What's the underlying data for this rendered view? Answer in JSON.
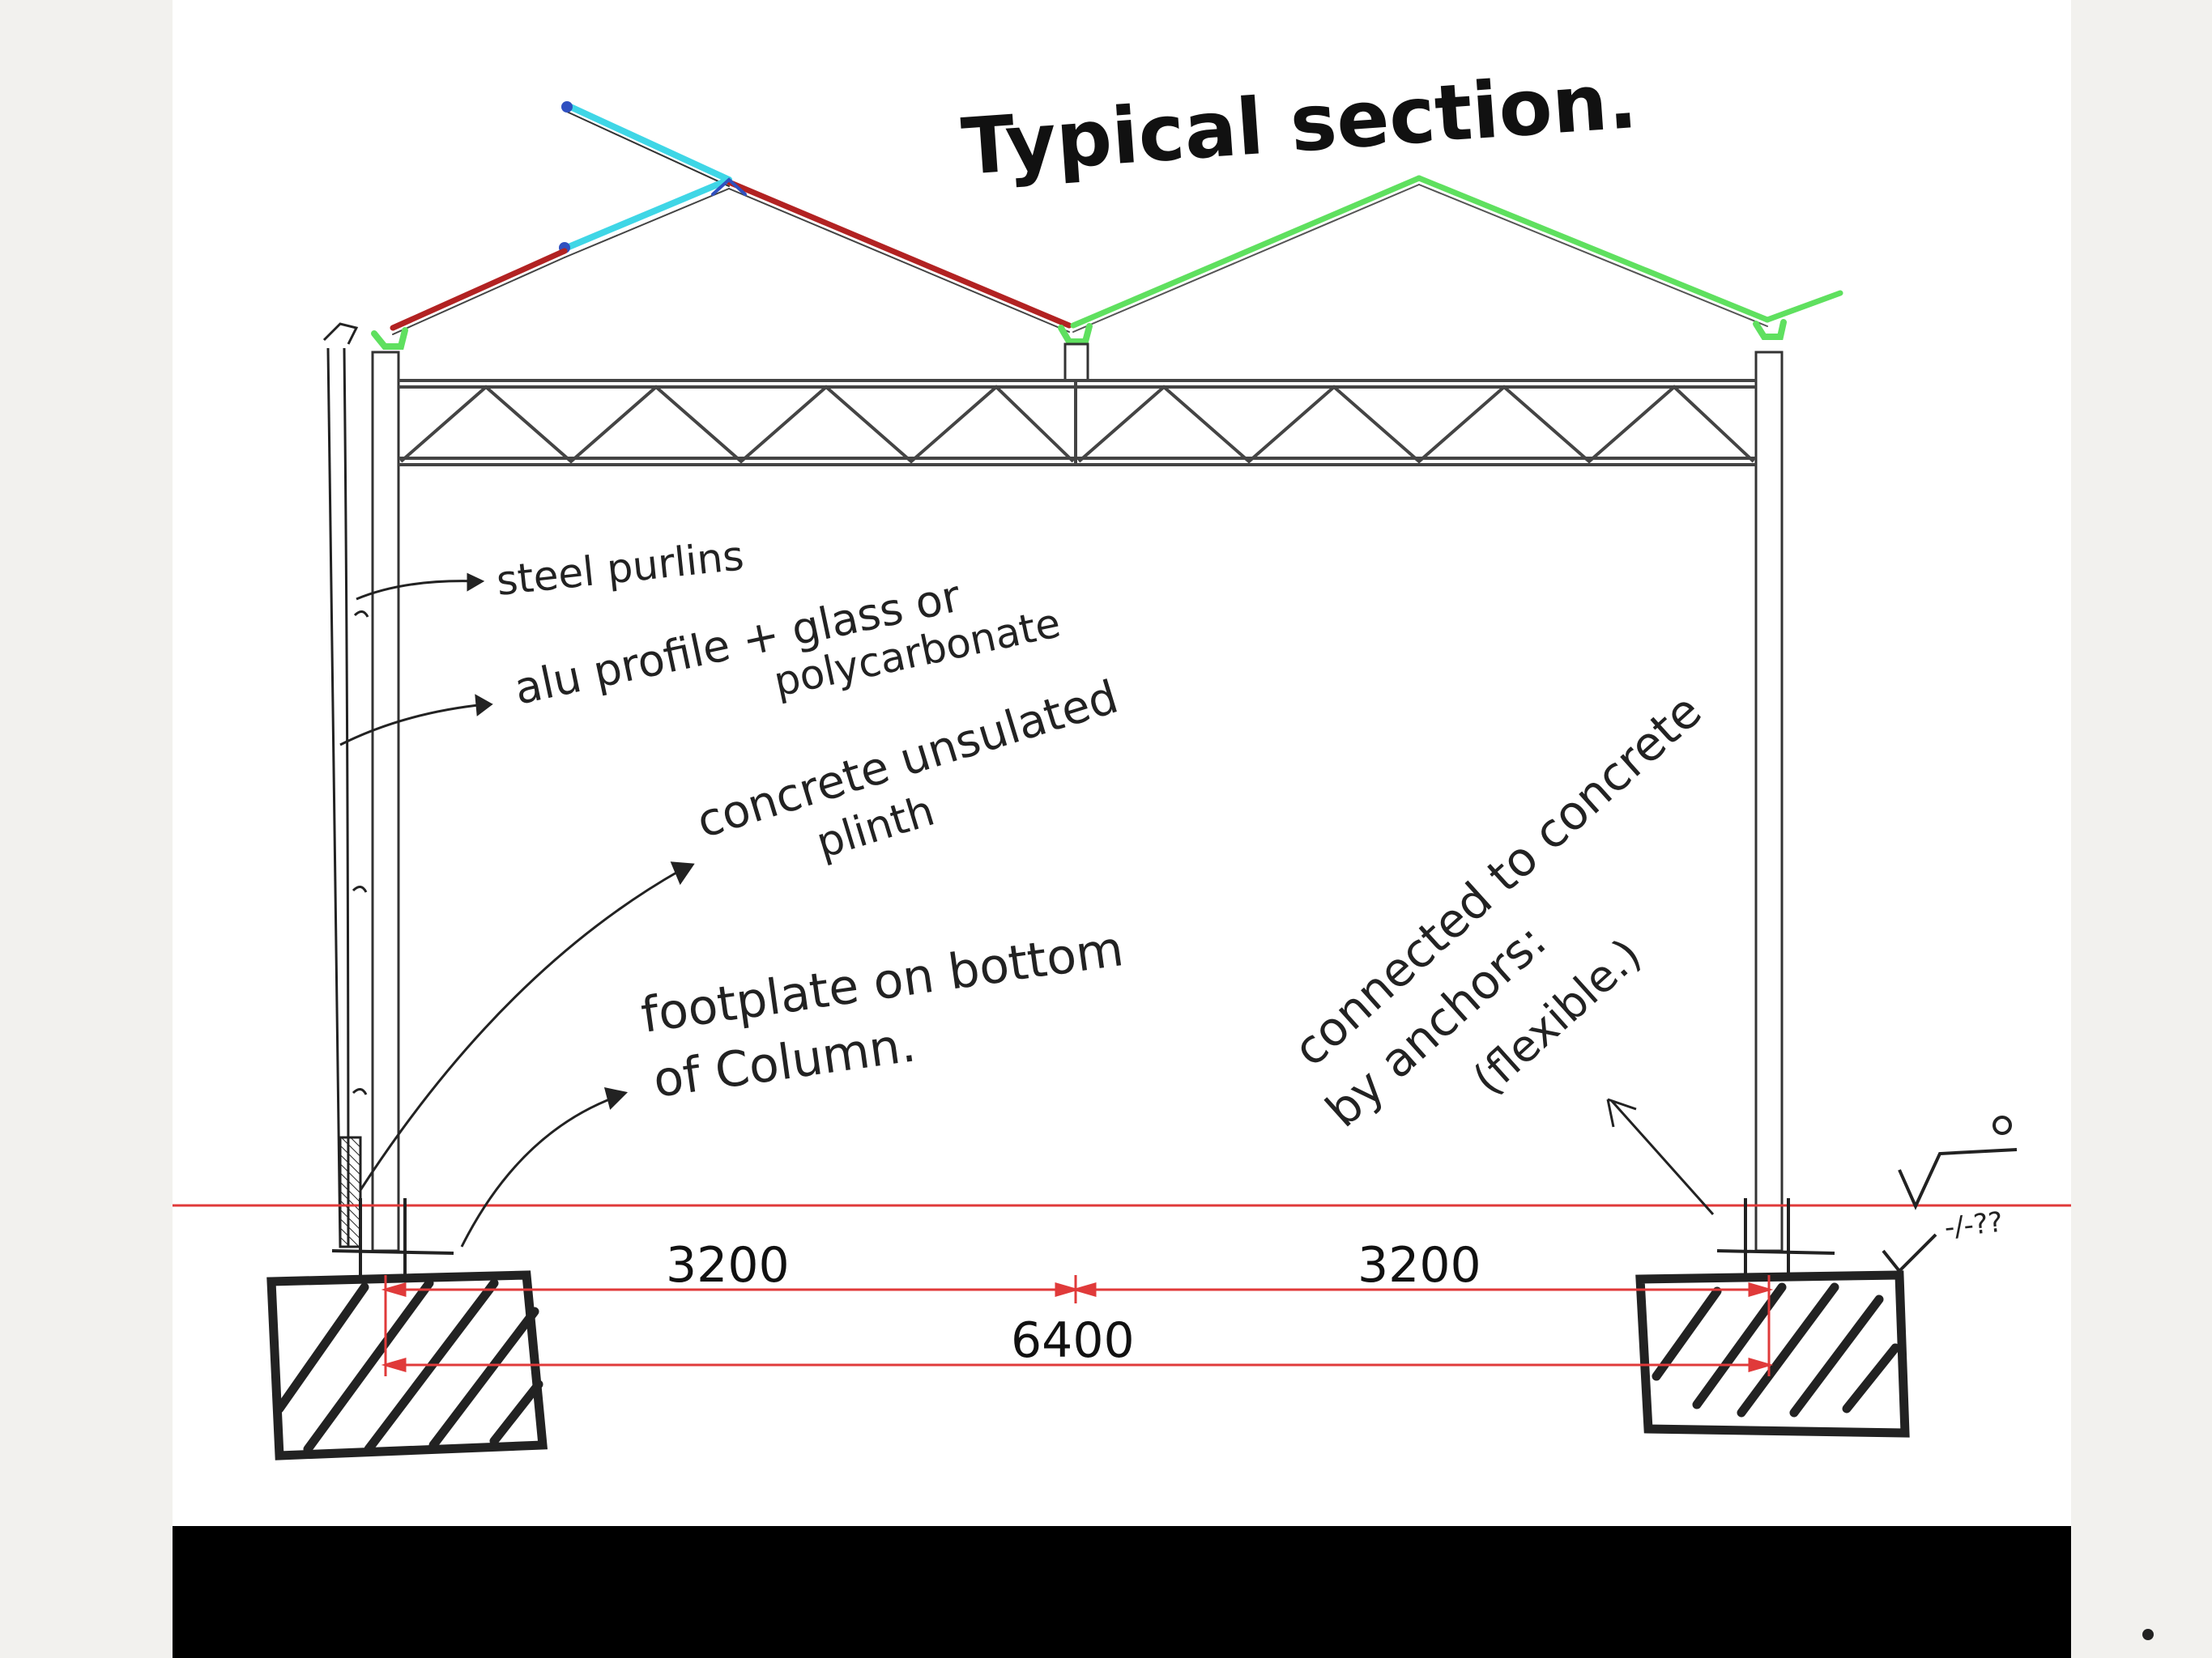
{
  "title": "Typical section.",
  "annotations": {
    "steel_purlins": "steel purlins",
    "alu_profile_line1": "alu profile + glass or",
    "alu_profile_line2": "polycarbonate",
    "plinth_line1": "concrete unsulated",
    "plinth_line2": "plinth",
    "footplate_line1": "footplate on bottom",
    "footplate_line2": "of Column.",
    "anchors_line1": "connected to concrete",
    "anchors_line2": "by anchors:",
    "anchors_line3": "(flexible.)",
    "level_mark": "-/-??"
  },
  "dimensions": {
    "left_span": "3200",
    "right_span": "3200",
    "total_span": "6400"
  },
  "colors": {
    "sheet": "#ffffff",
    "background": "#f2f1ee",
    "dimension_red": "#e03a3a",
    "roof_red": "#b22222",
    "roof_cyan": "#3fd6e6",
    "roof_green": "#5fe05f",
    "truss": "#444444"
  }
}
